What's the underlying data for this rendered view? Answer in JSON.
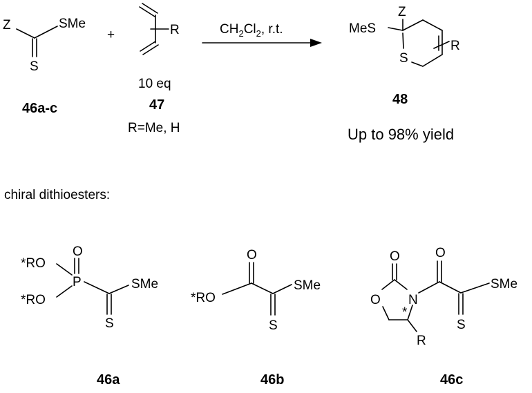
{
  "reaction": {
    "reactant1": {
      "atom_z": "Z",
      "atom_sme": "SMe",
      "atom_s": "S",
      "label": "46a-c"
    },
    "plus_sign": "+",
    "reactant2": {
      "atom_r": "R",
      "equivalents": "10 eq",
      "label": "47",
      "r_definition": "R=Me, H"
    },
    "conditions": {
      "solvent_prefix": "CH",
      "solvent_sub1": "2",
      "solvent_mid": "Cl",
      "solvent_sub2": "2",
      "solvent_suffix": ", r.t."
    },
    "product": {
      "atom_z": "Z",
      "atom_mes": "MeS",
      "atom_s": "S",
      "atom_r": "R",
      "label": "48",
      "yield_text": "Up to 98% yield"
    }
  },
  "section_title": "chiral dithioesters:",
  "ester_46a": {
    "atom_o": "O",
    "atom_ro_top": "*RO",
    "atom_ro_bottom": "*RO",
    "atom_p": "P",
    "atom_sme": "SMe",
    "atom_s": "S",
    "label": "46a"
  },
  "ester_46b": {
    "atom_o": "O",
    "atom_ro": "*RO",
    "atom_sme": "SMe",
    "atom_s": "S",
    "label": "46b"
  },
  "ester_46c": {
    "atom_o_carbonyl": "O",
    "atom_o_ring": "O",
    "atom_n": "N",
    "atom_o_ketone": "O",
    "atom_sme": "SMe",
    "atom_s": "S",
    "atom_r": "R",
    "stereo_mark": "*",
    "label": "46c"
  }
}
